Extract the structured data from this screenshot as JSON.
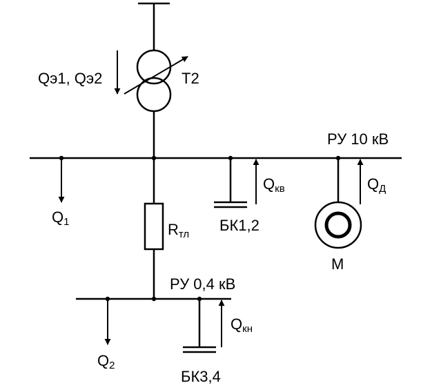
{
  "transformer": {
    "label": "T2",
    "flow_label": "Qэ1, Qэ2"
  },
  "bus_hv": {
    "label": "РУ 10 кВ"
  },
  "bus_lv": {
    "label": "РУ 0,4 кВ"
  },
  "load1": {
    "letter": "Q",
    "sub": "1"
  },
  "load2": {
    "letter": "Q",
    "sub": "2"
  },
  "line": {
    "letter": "R",
    "sub": "тл"
  },
  "cap_hv": {
    "label": "БК1,2",
    "flow_letter": "Q",
    "flow_sub": "кв"
  },
  "cap_lv": {
    "label": "БК3,4",
    "flow_letter": "Q",
    "flow_sub": "кн"
  },
  "motor": {
    "label": "M",
    "flow_letter": "Q",
    "flow_sub": "Д"
  }
}
